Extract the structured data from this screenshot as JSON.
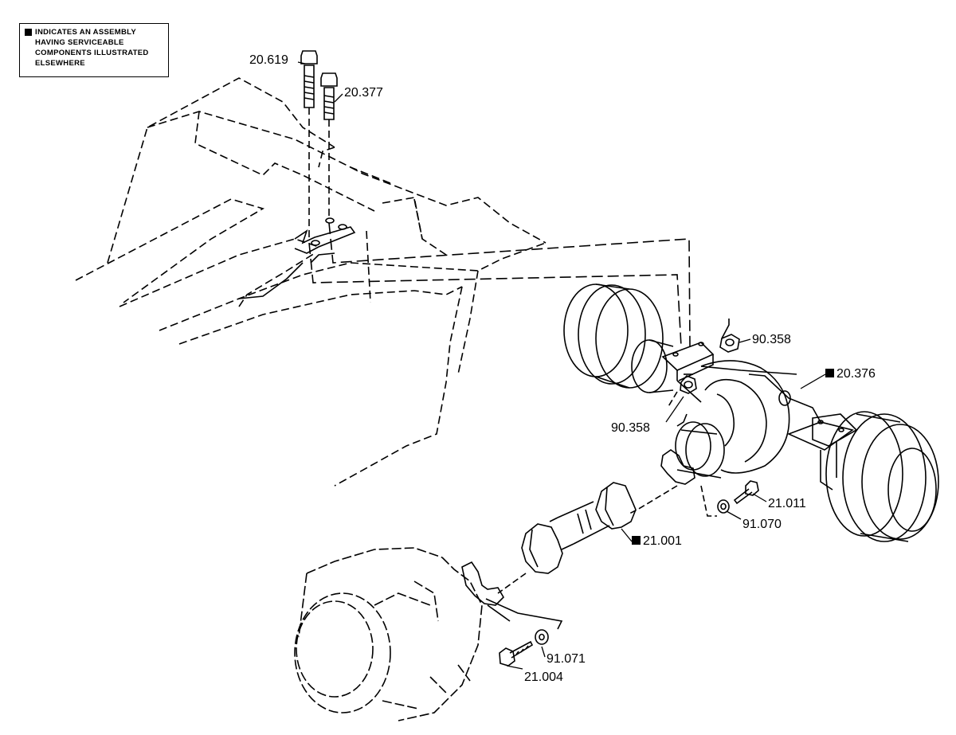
{
  "legend": {
    "lines": [
      "INDICATES AN ASSEMBLY",
      "HAVING SERVICEABLE",
      "COMPONENTS ILLUSTRATED",
      "ELSEWHERE"
    ]
  },
  "callouts": [
    {
      "id": "c1",
      "text": "20.619",
      "assembly": false
    },
    {
      "id": "c2",
      "text": "20.377",
      "assembly": false
    },
    {
      "id": "c3",
      "text": "90.358",
      "assembly": false
    },
    {
      "id": "c4",
      "text": "20.376",
      "assembly": true
    },
    {
      "id": "c5",
      "text": "90.358",
      "assembly": false
    },
    {
      "id": "c6",
      "text": "21.011",
      "assembly": false
    },
    {
      "id": "c7",
      "text": "91.070",
      "assembly": false
    },
    {
      "id": "c8",
      "text": "21.001",
      "assembly": true
    },
    {
      "id": "c9",
      "text": "91.071",
      "assembly": false
    },
    {
      "id": "c10",
      "text": "21.004",
      "assembly": false
    }
  ]
}
